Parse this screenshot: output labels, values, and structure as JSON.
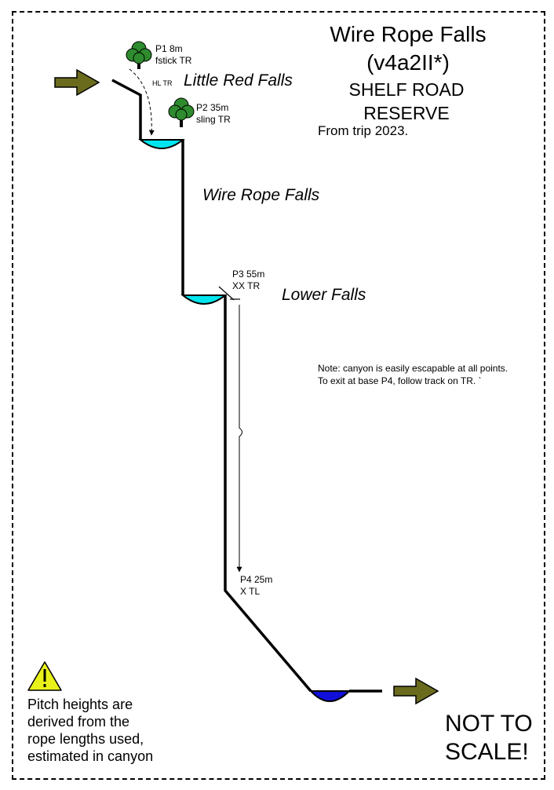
{
  "title": {
    "line1": "Wire Rope Falls",
    "line2": "(v4a2II*)",
    "reserve1": "SHELF ROAD",
    "reserve2": "RESERVE",
    "trip": "From trip 2023."
  },
  "falls": {
    "little_red": "Little Red Falls",
    "wire_rope": "Wire Rope Falls",
    "lower": "Lower Falls"
  },
  "pitches": [
    {
      "height": "P1 8m",
      "anchor": "fstick TR"
    },
    {
      "height": "P2 35m",
      "anchor": "sling TR"
    },
    {
      "height": "P3 55m",
      "anchor": "XX TR"
    },
    {
      "height": "P4 25m",
      "anchor": "X TL"
    }
  ],
  "handline": "HL TR",
  "note": "Note: canyon is easily escapable at all points. To exit at base P4, follow track on TR. `",
  "warning": {
    "icon": "warning-triangle-icon",
    "lines": [
      "Pitch heights are",
      "derived from the",
      "rope lengths used,",
      "estimated in canyon"
    ]
  },
  "scale": [
    "NOT TO",
    "SCALE!"
  ],
  "colors": {
    "arrow": "#6b6b1e",
    "tree": "#2e8b2e",
    "pool": "#00e5ee",
    "final_pool": "#1010d8",
    "warning": "#e8f21a"
  }
}
